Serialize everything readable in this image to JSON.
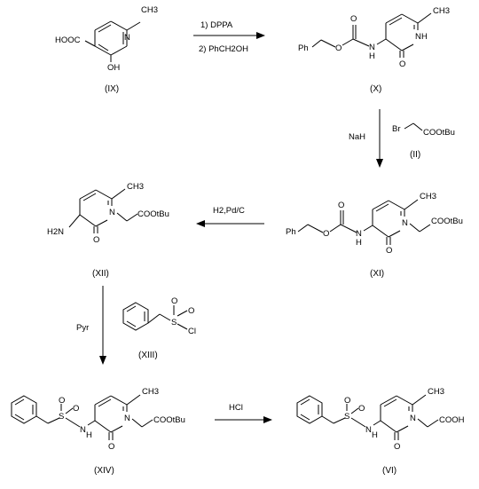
{
  "compounds": {
    "IX": {
      "label": "(IX)",
      "groups": {
        "acid": "HOOC",
        "hydroxy": "OH",
        "n": "N",
        "methyl": "CH3"
      }
    },
    "X": {
      "label": "(X)",
      "groups": {
        "ph": "Ph",
        "o_ester": "O",
        "o_carbonyl": "O",
        "nh": "N",
        "h_nh": "H",
        "ring_nh": "N",
        "ring_h": "H",
        "oxo": "O",
        "methyl": "CH3"
      }
    },
    "XI": {
      "label": "(XI)",
      "groups": {
        "ph": "Ph",
        "o_ester": "O",
        "o_carbonyl": "O",
        "nh": "N",
        "h_nh": "H",
        "ring_n": "N",
        "oxo": "O",
        "methyl": "CH3",
        "ester": "COOtBu"
      }
    },
    "XII": {
      "label": "(XII)",
      "groups": {
        "amine": "H2N",
        "ring_n": "N",
        "oxo": "O",
        "methyl": "CH3",
        "ester": "COOtBu"
      }
    },
    "XIII": {
      "label": "(XIII)",
      "groups": {
        "s": "S",
        "o1": "O",
        "o2": "O",
        "cl": "Cl"
      }
    },
    "XIV": {
      "label": "(XIV)",
      "groups": {
        "s": "S",
        "o1": "O",
        "o2": "O",
        "nh": "N",
        "h_nh": "H",
        "ring_n": "N",
        "oxo": "O",
        "methyl": "CH3",
        "ester": "COOtBu"
      }
    },
    "VI": {
      "label": "(VI)",
      "groups": {
        "s": "S",
        "o1": "O",
        "o2": "O",
        "nh": "N",
        "h_nh": "H",
        "ring_n": "N",
        "oxo": "O",
        "methyl": "CH3",
        "acid": "COOH"
      }
    },
    "II": {
      "label": "(II)",
      "groups": {
        "br": "Br",
        "ester": "COOtBu"
      }
    }
  },
  "reagents": {
    "step1_a": "1) DPPA",
    "step1_b": "2) PhCH2OH",
    "step2": "NaH",
    "step3": "H2,Pd/C",
    "step4": "Pyr",
    "step5": "HCl"
  }
}
